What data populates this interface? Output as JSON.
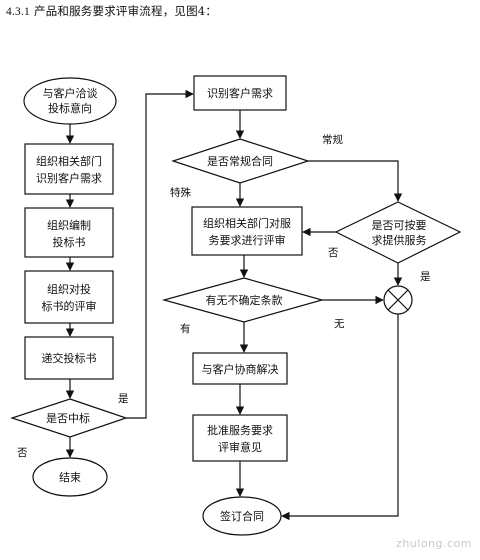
{
  "heading": {
    "number": "4.3.1",
    "text": "产品和服务要求评审流程，见图4："
  },
  "left_column": {
    "start": [
      "与客户洽谈",
      "投标意向"
    ],
    "step1": [
      "组织相关部门",
      "识别客户需求"
    ],
    "step2": [
      "组织编制",
      "投标书"
    ],
    "step3": [
      "组织对投",
      "标书的评审"
    ],
    "step4": "递交投标书",
    "decision": "是否中标",
    "end": "结束"
  },
  "right_column": {
    "identify": "识别客户需求",
    "decision_regular": "是否常规合同",
    "organize_review": [
      "组织相关部门对服",
      "务要求进行评审"
    ],
    "decision_provide": [
      "是否可按要",
      "求提供服务"
    ],
    "decision_uncertain": "有无不确定条款",
    "negotiate": "与客户协商解决",
    "approve": [
      "批准服务要求",
      "评审意见"
    ],
    "sign": "签订合同"
  },
  "edge_labels": {
    "yes_bid": "是",
    "no_bid": "否",
    "regular": "常规",
    "special": "特殊",
    "no_provide": "否",
    "yes_provide": "是",
    "has_uncertain": "有",
    "no_uncertain": "无"
  },
  "watermark": "zhulong.com"
}
